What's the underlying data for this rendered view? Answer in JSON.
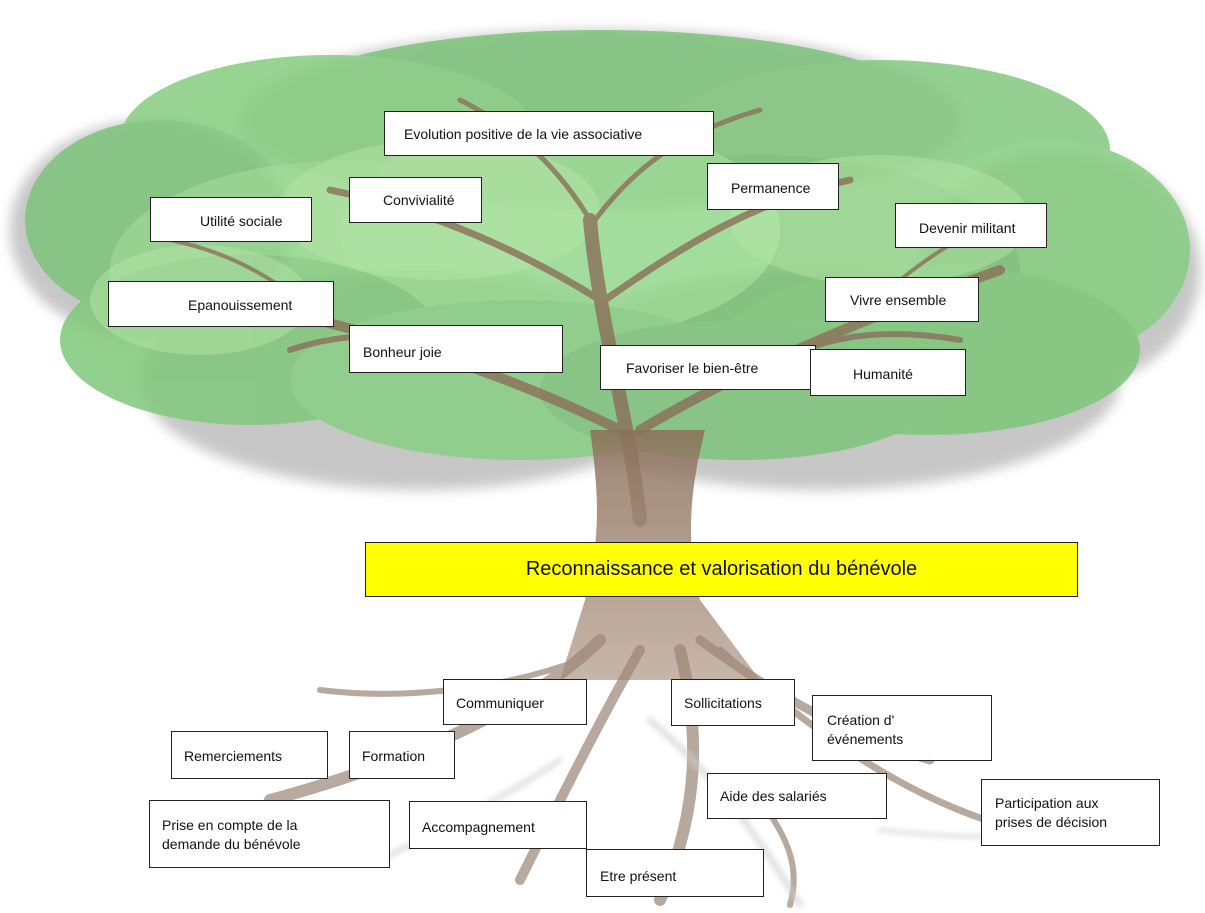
{
  "diagram": {
    "central_label": "Reconnaissance et valorisation du bénévole",
    "colors": {
      "central_fill": "#ffff00",
      "box_fill": "#ffffff",
      "box_border": "#222222",
      "foliage": "#7fc97f",
      "trunk": "#8b6f5a"
    },
    "top_items": [
      "Evolution positive de la vie associative",
      "Convivialité",
      "Permanence",
      "Utilité sociale",
      "Devenir militant",
      "Epanouissement",
      "Vivre ensemble",
      "Bonheur joie",
      "Favoriser le bien-être",
      "Humanité"
    ],
    "bottom_items": [
      "Communiquer",
      "Sollicitations",
      "Création d'\névénements",
      "Remerciements",
      "Formation",
      "Aide des salariés",
      "Participation aux\nprises de décision",
      "Prise en compte de la\ndemande du bénévole",
      "Accompagnement",
      "Etre présent"
    ]
  }
}
